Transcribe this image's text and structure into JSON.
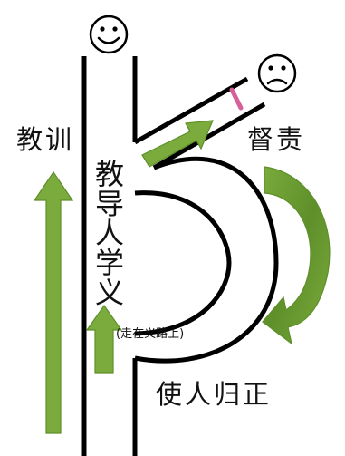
{
  "labels": {
    "teach_correct": "教训",
    "supervise_blame": "督责",
    "instruct_righteousness": "教导人学义",
    "walk_in_righteousness": "(走在义路上)",
    "restore_upright": "使人归正"
  },
  "faces": {
    "top": "smiley-face",
    "right": "frowning-face"
  },
  "colors": {
    "arrow_green": "#7aab3c",
    "arrow_green_dark": "#5f8f2a",
    "line": "#000000",
    "marker": "#d6609a"
  }
}
